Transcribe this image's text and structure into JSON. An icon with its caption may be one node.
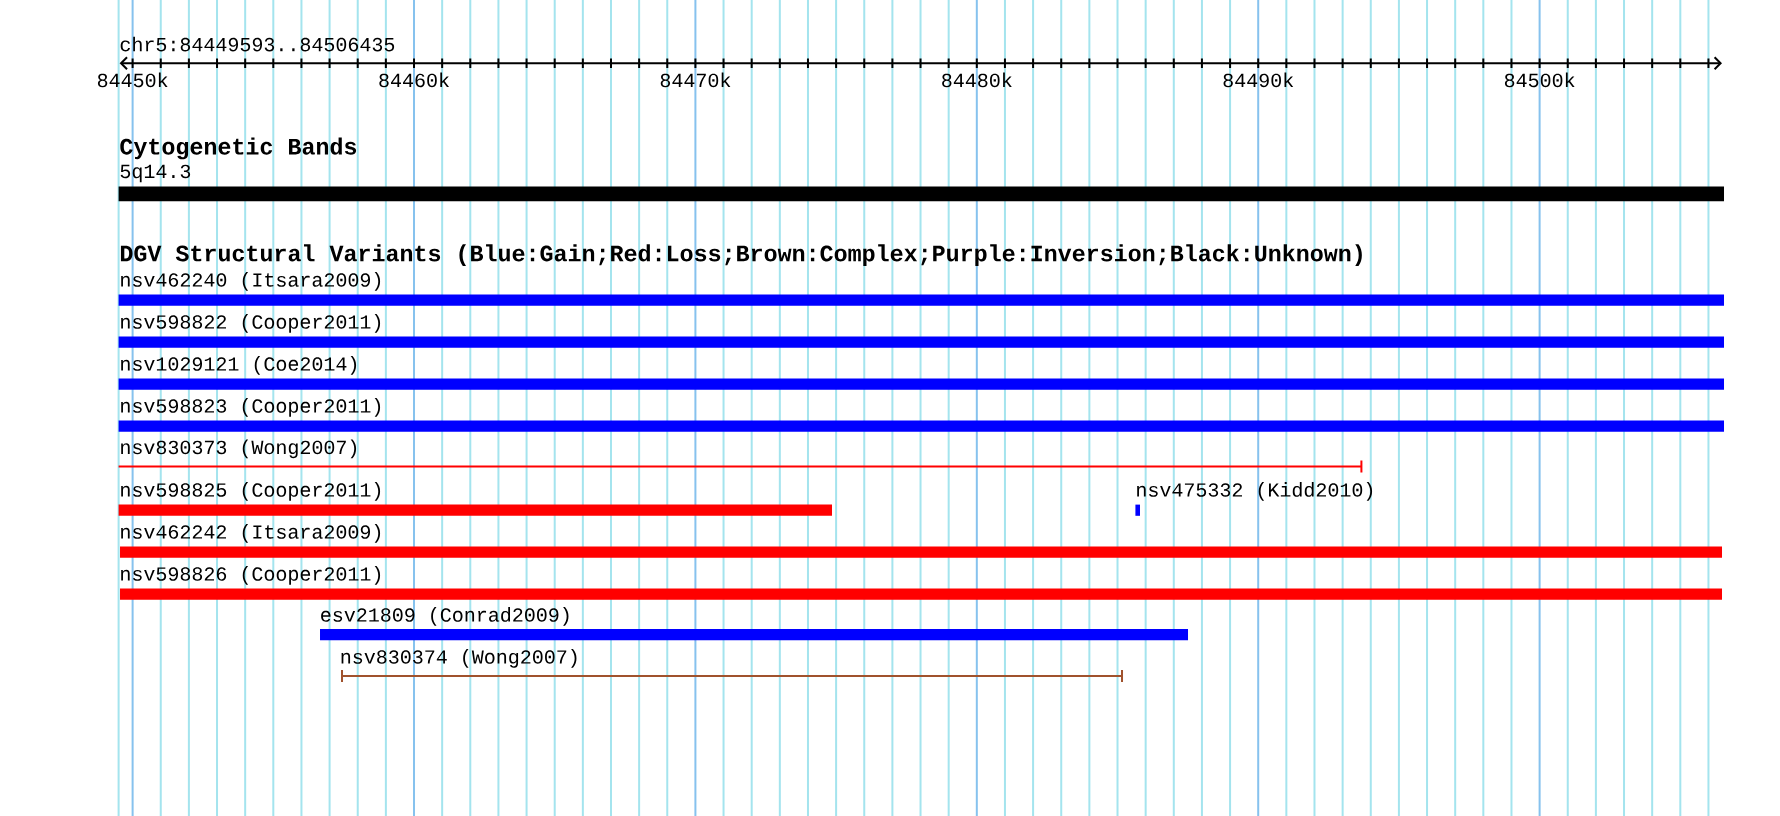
{
  "diagram": {
    "nodes": [
      {
        "text": [
          "5q14.3"
        ]
      },
      {
        "text": [
          "nsv462240 (Itsara2009)"
        ]
      },
      {
        "text": [
          "nsv598822 (Cooper2011)"
        ]
      },
      {
        "text": [
          "nsv1029121 (Coe2014)"
        ]
      },
      {
        "text": [
          "nsv598823 (Cooper2011)"
        ]
      },
      {
        "text": [
          "nsv830373 (Wong2007)"
        ]
      },
      {
        "text": [
          "nsv598825 (Cooper2011)"
        ]
      },
      {
        "text": [
          "nsv475332 (Kidd2010)"
        ]
      },
      {
        "text": [
          "nsv462242 (Itsara2009)"
        ]
      },
      {
        "text": [
          "nsv598826 (Cooper2011)"
        ]
      },
      {
        "text": [
          "esv21809 (Conrad2009)"
        ]
      },
      {
        "text": [
          "nsv830374 (Wong2007)"
        ]
      }
    ],
    "labels": [
      "chr5:84449593..84506435",
      "84450k",
      "84460k",
      "84470k",
      "84480k",
      "84490k",
      "84500k",
      "Cytogenetic Bands",
      "DGV Structural Variants (Blue:Gain;Red:Loss;Brown:Complex;Purple:Inversion;Black:Unknown)"
    ]
  }
}
